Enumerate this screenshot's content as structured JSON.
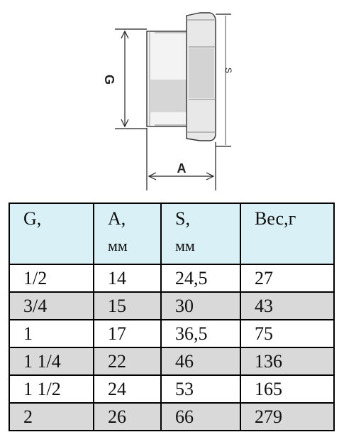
{
  "drawing": {
    "dim_g": "G",
    "dim_a": "A",
    "dim_s": "S"
  },
  "table": {
    "headers": [
      {
        "label": "G,",
        "unit": ""
      },
      {
        "label": "A,",
        "unit": "мм"
      },
      {
        "label": "S,",
        "unit": "мм"
      },
      {
        "label": "Вес,г",
        "unit": ""
      }
    ],
    "rows": [
      [
        "1/2",
        "14",
        "24,5",
        "27"
      ],
      [
        "3/4",
        "15",
        "30",
        "43"
      ],
      [
        "1",
        "17",
        "36,5",
        "75"
      ],
      [
        "1 1/4",
        "22",
        "46",
        "136"
      ],
      [
        "1 1/2",
        "24",
        "53",
        "165"
      ],
      [
        "2",
        "26",
        "66",
        "279"
      ]
    ]
  }
}
